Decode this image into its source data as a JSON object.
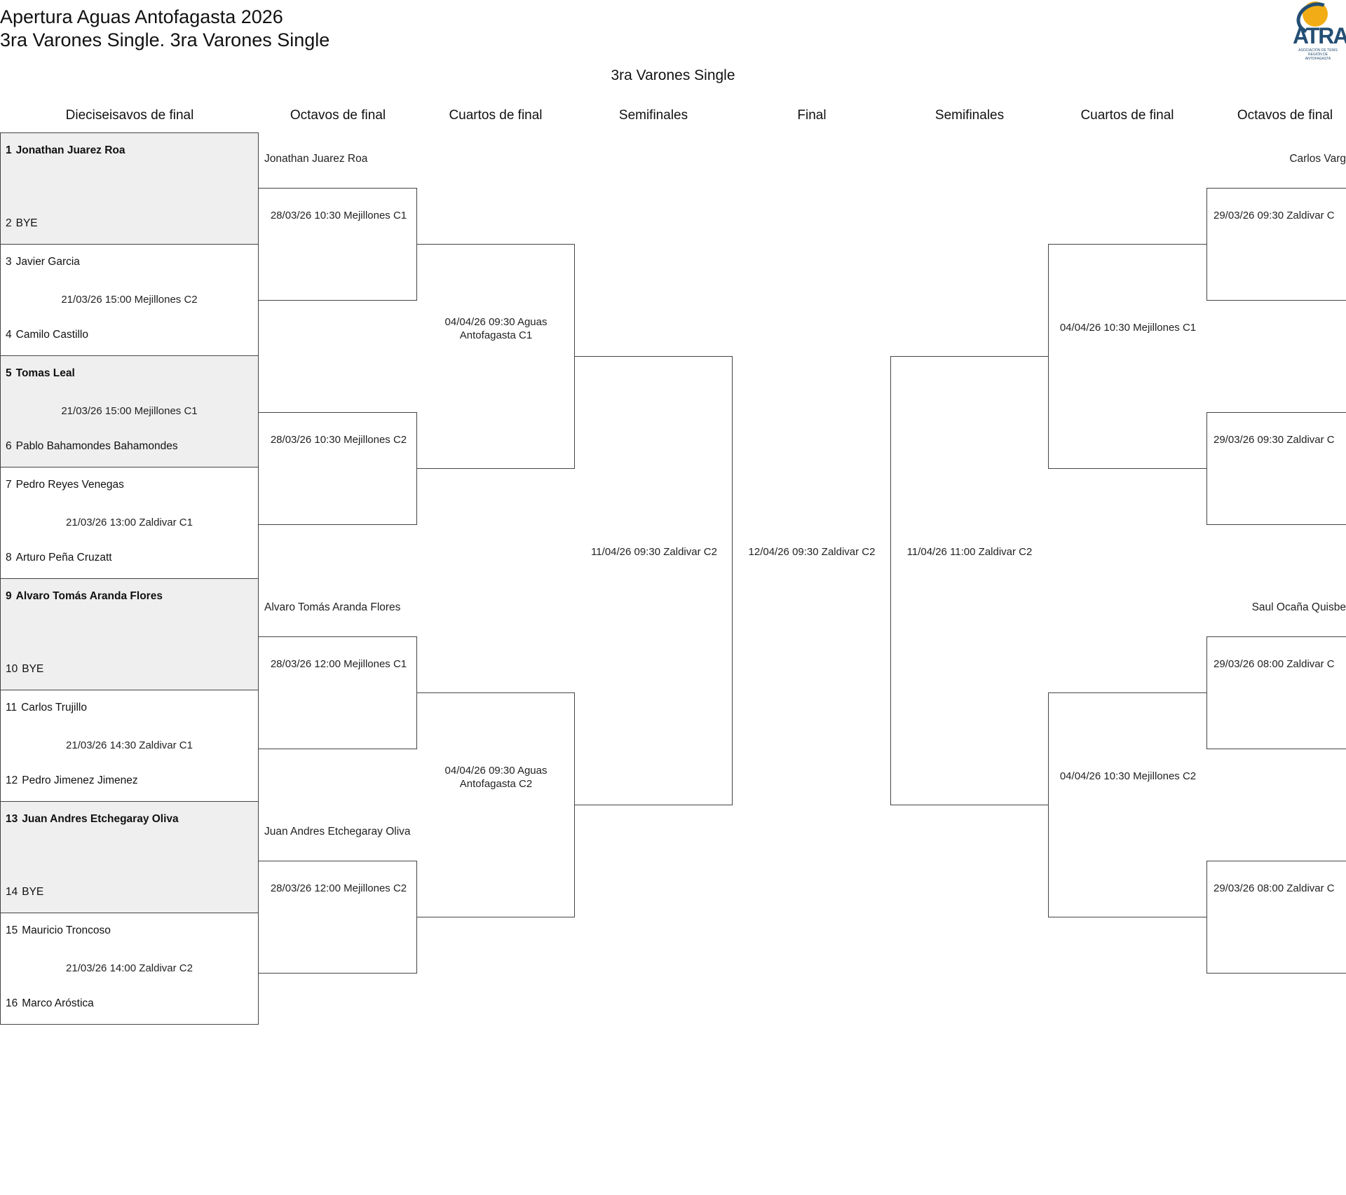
{
  "header": {
    "title_line1": "Apertura Aguas Antofagasta 2026",
    "title_line2": "3ra Varones Single. 3ra Varones Single",
    "draw_title": "3ra Varones Single",
    "logo_text": "ATRA",
    "logo_subtext": "ASOCIACIÓN DE TENIS REGIÓN DE ANTOFAGASTA"
  },
  "rounds": [
    "Dieciseisavos de final",
    "Octavos de final",
    "Cuartos de final",
    "Semifinales",
    "Final",
    "Semifinales",
    "Cuartos de final",
    "Octavos de final"
  ],
  "first_round": [
    {
      "top_seed": "1",
      "top_player": "Jonathan Juarez Roa",
      "bottom_seed": "2",
      "bottom_player": "BYE",
      "schedule": "",
      "bye": true
    },
    {
      "top_seed": "3",
      "top_player": "Javier Garcia",
      "bottom_seed": "4",
      "bottom_player": "Camilo Castillo",
      "schedule": "21/03/26 15:00 Mejillones C2",
      "bye": false
    },
    {
      "top_seed": "5",
      "top_player": "Tomas Leal",
      "bottom_seed": "6",
      "bottom_player": "Pablo Bahamondes Bahamondes",
      "schedule": "21/03/26 15:00 Mejillones C1",
      "bye": true
    },
    {
      "top_seed": "7",
      "top_player": "Pedro Reyes Venegas",
      "bottom_seed": "8",
      "bottom_player": "Arturo Peña Cruzatt",
      "schedule": "21/03/26 13:00 Zaldivar C1",
      "bye": false
    },
    {
      "top_seed": "9",
      "top_player": "Alvaro Tomás Aranda Flores",
      "bottom_seed": "10",
      "bottom_player": "BYE",
      "schedule": "",
      "bye": true
    },
    {
      "top_seed": "11",
      "top_player": "Carlos Trujillo",
      "bottom_seed": "12",
      "bottom_player": "Pedro Jimenez Jimenez",
      "schedule": "21/03/26 14:30 Zaldivar C1",
      "bye": false
    },
    {
      "top_seed": "13",
      "top_player": "Juan Andres Etchegaray Oliva",
      "bottom_seed": "14",
      "bottom_player": "BYE",
      "schedule": "",
      "bye": true
    },
    {
      "top_seed": "15",
      "top_player": "Mauricio Troncoso",
      "bottom_seed": "16",
      "bottom_player": "Marco Aróstica",
      "schedule": "21/03/26 14:00 Zaldivar C2",
      "bye": false
    }
  ],
  "left_octavos": [
    {
      "schedule": "28/03/26 10:30 Mejillones C1",
      "advanced": "Jonathan Juarez Roa"
    },
    {
      "schedule": "28/03/26 10:30 Mejillones C2",
      "advanced": ""
    },
    {
      "schedule": "28/03/26 12:00 Mejillones C1",
      "advanced": "Alvaro Tomás Aranda Flores"
    },
    {
      "schedule": "28/03/26 12:00 Mejillones C2",
      "advanced": "Juan Andres Etchegaray Oliva"
    }
  ],
  "left_cuartos": [
    {
      "schedule": "04/04/26 09:30 Aguas Antofagasta C1"
    },
    {
      "schedule": "04/04/26 09:30 Aguas Antofagasta C2"
    }
  ],
  "left_semi": {
    "schedule": "11/04/26 09:30 Zaldivar C2"
  },
  "final": {
    "schedule": "12/04/26 09:30 Zaldivar C2"
  },
  "right_semi": {
    "schedule": "11/04/26 11:00 Zaldivar C2"
  },
  "right_cuartos": [
    {
      "schedule": "04/04/26 10:30 Mejillones C1"
    },
    {
      "schedule": "04/04/26 10:30 Mejillones C2"
    }
  ],
  "right_octavos": [
    {
      "schedule": "29/03/26 09:30 Zaldivar C",
      "advanced": "Carlos Varg"
    },
    {
      "schedule": "29/03/26 09:30 Zaldivar C",
      "advanced": ""
    },
    {
      "schedule": "29/03/26 08:00 Zaldivar C",
      "advanced": "Saul Ocaña Quisbe"
    },
    {
      "schedule": "29/03/26 08:00 Zaldivar C",
      "advanced": ""
    }
  ],
  "colors": {
    "bye_fill": "#efefef",
    "line": "#444444",
    "logo_blue": "#244f74",
    "logo_yellow": "#f2ad16"
  }
}
